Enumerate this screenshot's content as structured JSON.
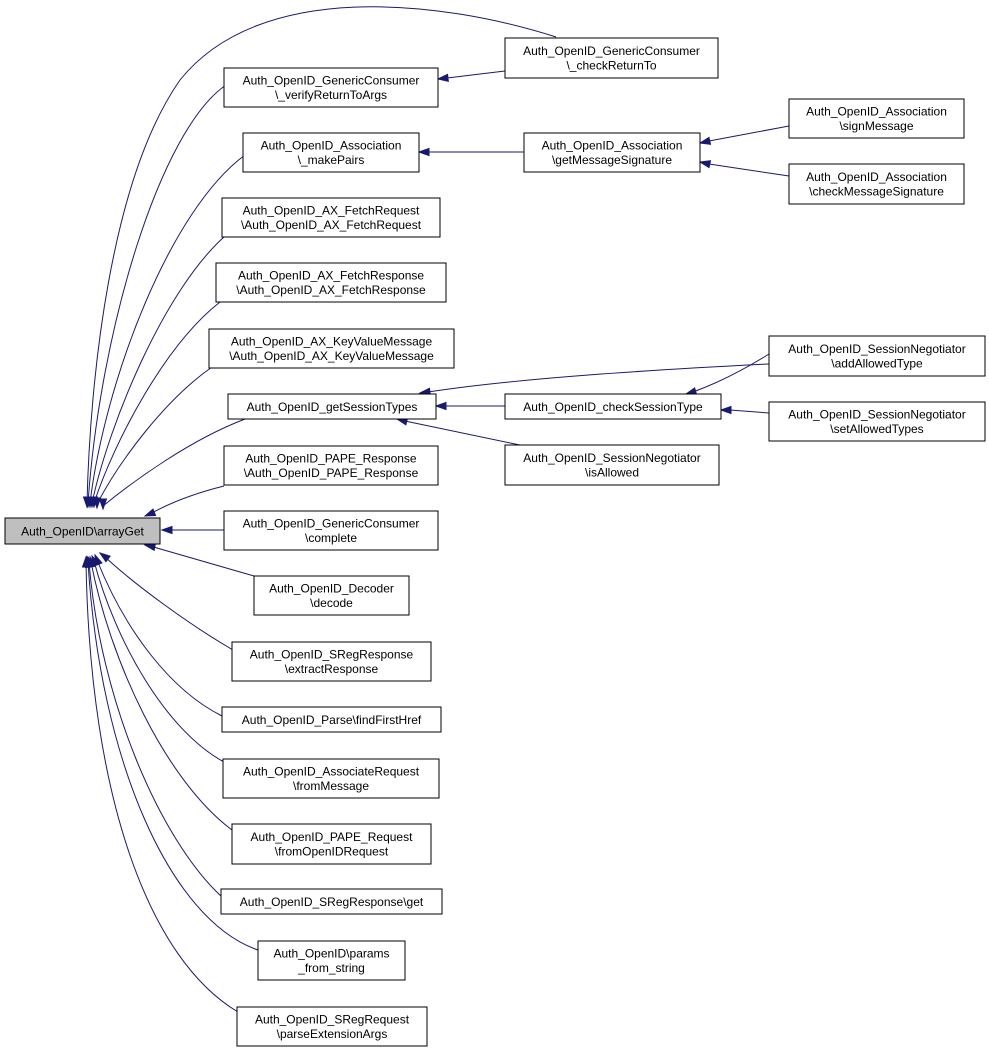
{
  "graph": {
    "edge_color": "#191970",
    "root_fill": "#bfbfbf",
    "nodes": {
      "root": {
        "lines": [
          "Auth_OpenID\\arrayGet"
        ]
      },
      "gc_crt": {
        "lines": [
          "Auth_OpenID_GenericConsumer",
          "\\_checkReturnTo"
        ]
      },
      "gc_vrta": {
        "lines": [
          "Auth_OpenID_GenericConsumer",
          "\\_verifyReturnToArgs"
        ]
      },
      "as_mp": {
        "lines": [
          "Auth_OpenID_Association",
          "\\_makePairs"
        ]
      },
      "as_gms": {
        "lines": [
          "Auth_OpenID_Association",
          "\\getMessageSignature"
        ]
      },
      "as_sm": {
        "lines": [
          "Auth_OpenID_Association",
          "\\signMessage"
        ]
      },
      "as_cms": {
        "lines": [
          "Auth_OpenID_Association",
          "\\checkMessageSignature"
        ]
      },
      "ax_freq": {
        "lines": [
          "Auth_OpenID_AX_FetchRequest",
          "\\Auth_OpenID_AX_FetchRequest"
        ]
      },
      "ax_fresp": {
        "lines": [
          "Auth_OpenID_AX_FetchResponse",
          "\\Auth_OpenID_AX_FetchResponse"
        ]
      },
      "ax_kvm": {
        "lines": [
          "Auth_OpenID_AX_KeyValueMessage",
          "\\Auth_OpenID_AX_KeyValueMessage"
        ]
      },
      "gst": {
        "lines": [
          "Auth_OpenID_getSessionTypes"
        ]
      },
      "cst": {
        "lines": [
          "Auth_OpenID_checkSessionType"
        ]
      },
      "sn_aat": {
        "lines": [
          "Auth_OpenID_SessionNegotiator",
          "\\addAllowedType"
        ]
      },
      "sn_sat": {
        "lines": [
          "Auth_OpenID_SessionNegotiator",
          "\\setAllowedTypes"
        ]
      },
      "sn_ia": {
        "lines": [
          "Auth_OpenID_SessionNegotiator",
          "\\isAllowed"
        ]
      },
      "pape_resp": {
        "lines": [
          "Auth_OpenID_PAPE_Response",
          "\\Auth_OpenID_PAPE_Response"
        ]
      },
      "gc_comp": {
        "lines": [
          "Auth_OpenID_GenericConsumer",
          "\\complete"
        ]
      },
      "dec": {
        "lines": [
          "Auth_OpenID_Decoder",
          "\\decode"
        ]
      },
      "sreg_er": {
        "lines": [
          "Auth_OpenID_SRegResponse",
          "\\extractResponse"
        ]
      },
      "parse_ffh": {
        "lines": [
          "Auth_OpenID_Parse\\findFirstHref"
        ]
      },
      "ar_fm": {
        "lines": [
          "Auth_OpenID_AssociateRequest",
          "\\fromMessage"
        ]
      },
      "pape_req": {
        "lines": [
          "Auth_OpenID_PAPE_Request",
          "\\fromOpenIDRequest"
        ]
      },
      "sreg_get": {
        "lines": [
          "Auth_OpenID_SRegResponse\\get"
        ]
      },
      "params": {
        "lines": [
          "Auth_OpenID\\params",
          "_from_string"
        ]
      },
      "sreg_pea": {
        "lines": [
          "Auth_OpenID_SRegRequest",
          "\\parseExtensionArgs"
        ]
      }
    }
  }
}
